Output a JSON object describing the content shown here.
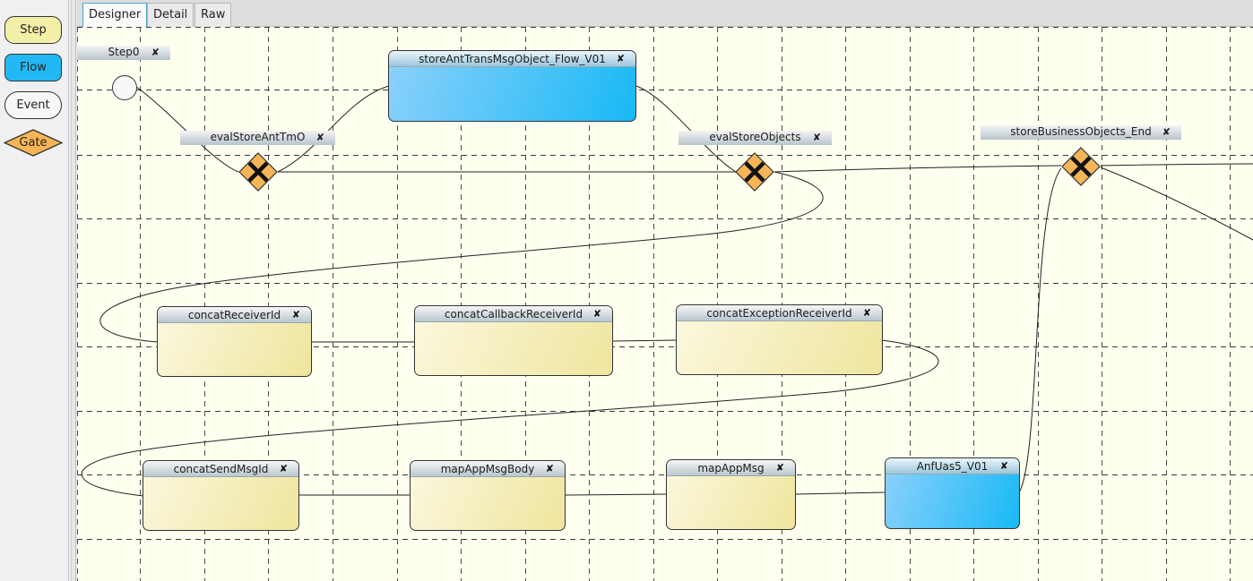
{
  "palette": {
    "step_label": "Step",
    "flow_label": "Flow",
    "event_label": "Event",
    "gate_label": "Gate"
  },
  "tabs": [
    {
      "label": "Designer",
      "active": true
    },
    {
      "label": "Detail",
      "active": false
    },
    {
      "label": "Raw",
      "active": false
    }
  ],
  "close_glyph": "✘",
  "colors": {
    "step_fill": "#f4efa8",
    "flow_fill": "#22b8f5",
    "gate_fill": "#f6b556",
    "canvas_bg": "#fffff0",
    "tab_active_border": "#4da3d6"
  },
  "nodes": {
    "step0": {
      "label": "Step0"
    },
    "storeAntTransMsgObject": {
      "label": "storeAntTransMsgObject_Flow_V01"
    },
    "evalStoreAntTmO": {
      "label": "evalStoreAntTmO"
    },
    "evalStoreObjects": {
      "label": "evalStoreObjects"
    },
    "storeBusinessObjectsEnd": {
      "label": "storeBusinessObjects_End"
    },
    "concatReceiverId": {
      "label": "concatReceiverId"
    },
    "concatCallbackReceiverId": {
      "label": "concatCallbackReceiverId"
    },
    "concatExceptionReceiverId": {
      "label": "concatExceptionReceiverId"
    },
    "concatSendMsgId": {
      "label": "concatSendMsgId"
    },
    "mapAppMsgBody": {
      "label": "mapAppMsgBody"
    },
    "mapAppMsg": {
      "label": "mapAppMsg"
    },
    "anfUas5": {
      "label": "AnfUas5_V01"
    }
  }
}
